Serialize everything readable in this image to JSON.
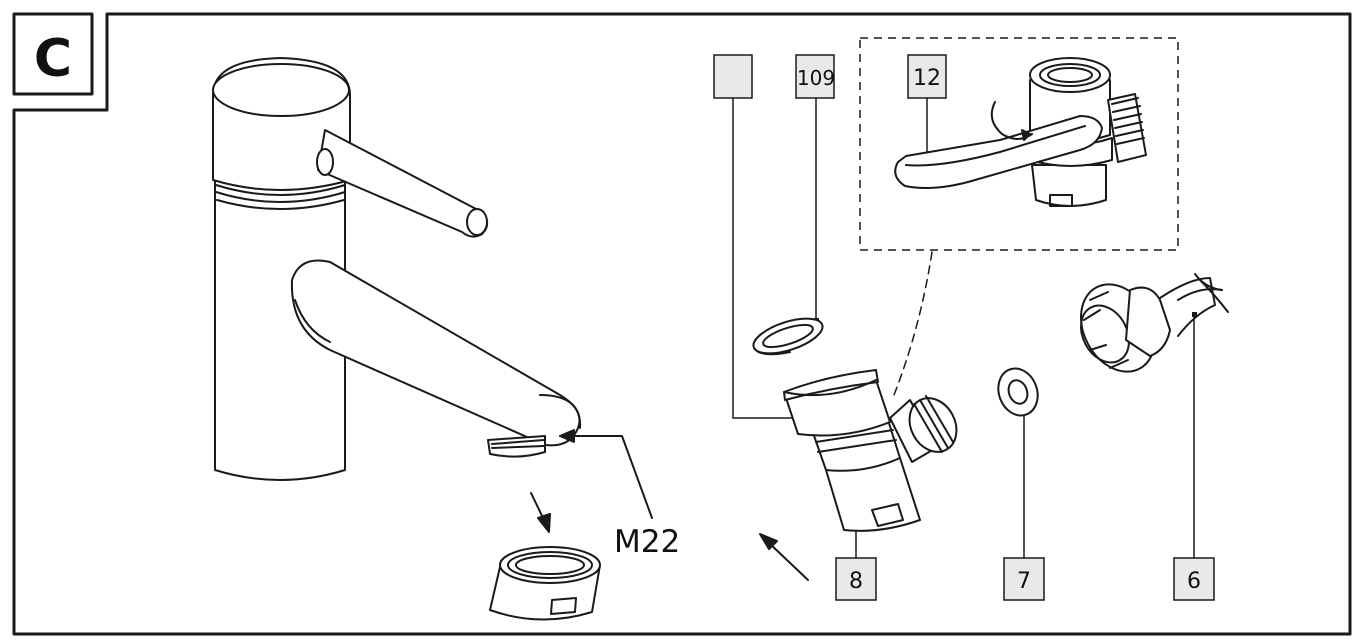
{
  "panel": {
    "letter": "C"
  },
  "thread": {
    "label": "M22"
  },
  "callouts": {
    "blank": "",
    "c109": "109",
    "c12": "12",
    "c8": "8",
    "c7": "7",
    "c6": "6"
  },
  "colors": {
    "line": "#1a1a1a",
    "callout_fill": "#e9e9e9",
    "background": "#ffffff"
  }
}
